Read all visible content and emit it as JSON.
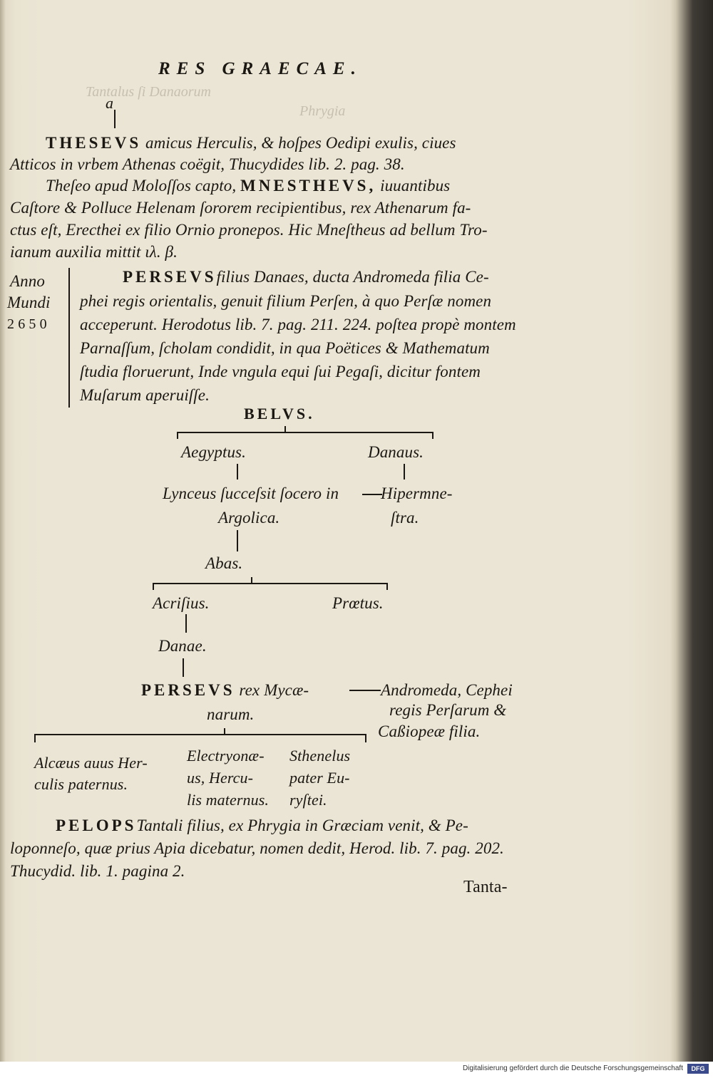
{
  "running_head": "RES GRAECAE.",
  "signature_mark": "a",
  "paragraphs": {
    "theseus": {
      "name": "THESEVS",
      "line1": "amicus Herculis, & hoſpes Oedipi exulis, ciues",
      "line2": "Atticos in vrbem Athenas coëgit, Thucydides lib. 2. pag. 38."
    },
    "menestheus": {
      "line1a": "Theſeo apud Moloſſos capto,",
      "name": "MNESTHEVS,",
      "line1b": "iuuantibus",
      "line2": "Caſtore & Polluce Helenam ſororem recipientibus, rex Athenarum fa-",
      "line3": "ctus eſt, Erecthei ex filio Ornio pronepos. Hic Mneſtheus ad bellum Tro-",
      "line4": "ianum auxilia mittit ιλ. β."
    },
    "perseus": {
      "name": "PERSEVS",
      "line1": "filius Danaes, ducta Andromeda filia Ce-",
      "line2": "phei regis orientalis, genuit filium Perſen, à quo Perſæ nomen",
      "line3": "acceperunt. Herodotus lib. 7. pag. 211. 224. poſtea propè montem",
      "line4": "Parnaſſum, ſcholam condidit, in qua Poëtices & Mathematum",
      "line5": "ſtudia floruerunt, Inde vngula equi ſui Pegaſi, dicitur fontem",
      "line6": "Muſarum aperuiſſe."
    },
    "pelops": {
      "name": "PELOPS",
      "line1": "Tantali filius, ex Phrygia in Græciam venit, & Pe-",
      "line2": "loponneſo, quæ prius Apia dicebatur, nomen dedit, Herod. lib. 7. pag. 202.",
      "line3": "Thucydid. lib. 1. pagina 2."
    }
  },
  "margin_note": {
    "line1": "Anno",
    "line2": "Mundi",
    "line3": "2 6 5 0"
  },
  "genealogy": {
    "belus": "BELVS.",
    "aegyptus": "Aegyptus.",
    "danaus": "Danaus.",
    "lynceus_1": "Lynceus ſucceſsit ſocero in",
    "lynceus_2": "Argolica.",
    "hipermnestra_1": "Hipermne-",
    "hipermnestra_2": "ſtra.",
    "abas": "Abas.",
    "acrisius": "Acriſius.",
    "proetus": "Prœtus.",
    "danae": "Danae.",
    "perseus_name": "PERSEVS",
    "perseus_1": "rex Mycæ-",
    "perseus_2": "narum.",
    "andromeda_1": "Andromeda, Cephei",
    "andromeda_2": "regis Perſarum &",
    "andromeda_3": "Caßiopeæ filia.",
    "alcaeus_1": "Alcæus auus Her-",
    "alcaeus_2": "culis paternus.",
    "electryon_1": "Electryonæ-",
    "electryon_2": "us, Hercu-",
    "electryon_3": "lis maternus.",
    "sthenelus_1": "Sthenelus",
    "sthenelus_2": "pater Eu-",
    "sthenelus_3": "ryſtei."
  },
  "catchword": "Tanta-",
  "footer": {
    "text": "Digitalisierung gefördert durch die Deutsche Forschungsgemeinschaft",
    "logo": "DFG"
  }
}
